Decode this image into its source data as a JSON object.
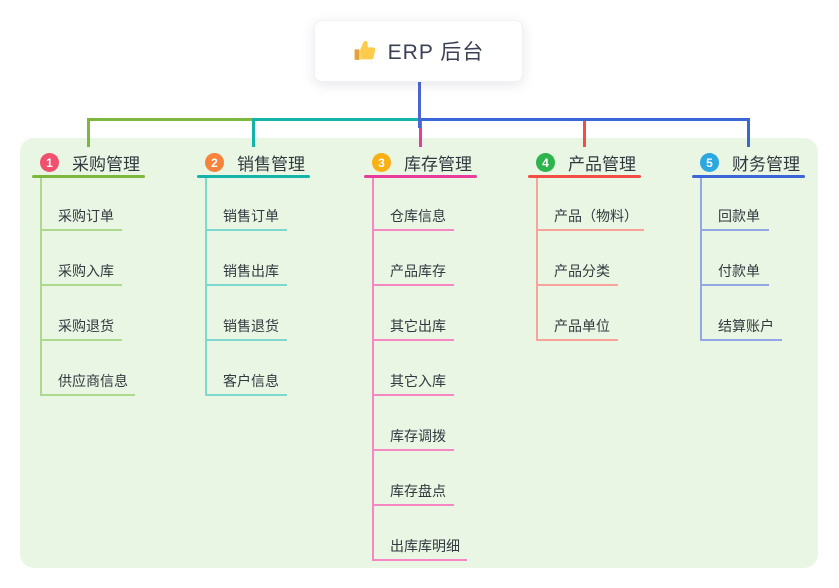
{
  "app": {
    "background": "#FFFFFF",
    "panel_color": "#E9F6E4",
    "text_color": "#33383F"
  },
  "root": {
    "label": "ERP 后台",
    "icon": "thumbs-up-icon",
    "icon_main_color": "#FFCB4C",
    "icon_sleeve_color": "#E2A33E",
    "text_color": "#3A4154",
    "connector_color": "#4A66D2"
  },
  "branches": [
    {
      "badge": "1",
      "label": "采购管理",
      "badge_color": "#F0506E",
      "line_color": "#7DB73F",
      "child_line_color": "#ACD98E",
      "children": [
        "采购订单",
        "采购入库",
        "采购退货",
        "供应商信息"
      ]
    },
    {
      "badge": "2",
      "label": "销售管理",
      "badge_color": "#F5833C",
      "line_color": "#14B4AA",
      "child_line_color": "#7FD8CF",
      "children": [
        "销售订单",
        "销售出库",
        "销售退货",
        "客户信息"
      ]
    },
    {
      "badge": "3",
      "label": "库存管理",
      "badge_color": "#F9B014",
      "line_color": "#E73C9B",
      "child_line_color": "#F687C3",
      "children": [
        "仓库信息",
        "产品库存",
        "其它出库",
        "其它入库",
        "库存调拨",
        "库存盘点",
        "出库库明细"
      ]
    },
    {
      "badge": "4",
      "label": "产品管理",
      "badge_color": "#2DB44D",
      "line_color": "#F24E45",
      "child_line_color": "#F8A29A",
      "children": [
        "产品（物料）",
        "产品分类",
        "产品单位"
      ]
    },
    {
      "badge": "5",
      "label": "财务管理",
      "badge_color": "#2BA8E0",
      "line_color": "#3A66D8",
      "child_line_color": "#92A7E4",
      "children": [
        "回款单",
        "付款单",
        "结算账户"
      ]
    }
  ]
}
